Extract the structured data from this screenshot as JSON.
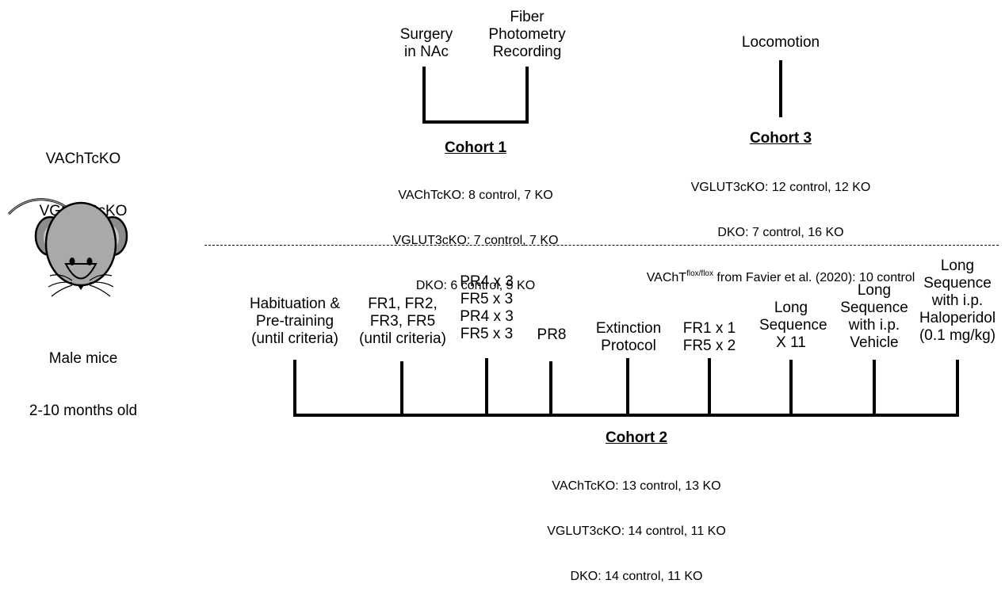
{
  "mouse": {
    "genotypes": [
      "VAChTcKO",
      "VGLUT3cKO",
      "DKO"
    ],
    "caption": [
      "Male mice",
      "2-10 months old"
    ]
  },
  "cohort1": {
    "events": [
      {
        "label": "Surgery\nin NAc"
      },
      {
        "label": "Fiber\nPhotometry\nRecording"
      }
    ],
    "title": "Cohort 1",
    "lines": [
      "VAChTcKO: 8 control, 7 KO",
      "VGLUT3cKO: 7 control, 7 KO",
      "DKO: 6 control, 5 KO"
    ]
  },
  "cohort3": {
    "events": [
      {
        "label": "Locomotion"
      }
    ],
    "title": "Cohort 3",
    "lines": [
      "VGLUT3cKO: 12 control, 12 KO",
      "DKO: 7 control, 16 KO"
    ],
    "last_line": {
      "pre": "VAChT",
      "sup": "flox/flox",
      "post": " from Favier et al. (2020): 10 control"
    }
  },
  "cohort2": {
    "events": [
      {
        "label": "Habituation &\nPre-training\n(until criteria)"
      },
      {
        "label": "FR1, FR2,\nFR3, FR5\n(until criteria)"
      },
      {
        "label": "PR4 x 3\nFR5 x 3\nPR4 x 3\nFR5 x 3"
      },
      {
        "label": "PR8"
      },
      {
        "label": "Extinction\nProtocol"
      },
      {
        "label": "FR1 x 1\nFR5 x 2"
      },
      {
        "label": "Long\nSequence\nX 11"
      },
      {
        "label": "Long\nSequence\nwith i.p.\nVehicle"
      },
      {
        "label": "Long\nSequence\nwith i.p.\nHaloperidol\n(0.1 mg/kg)"
      }
    ],
    "title": "Cohort 2",
    "lines": [
      "VAChTcKO: 13 control, 13 KO",
      "VGLUT3cKO: 14 control, 11 KO",
      "DKO: 14 control, 11 KO"
    ]
  }
}
